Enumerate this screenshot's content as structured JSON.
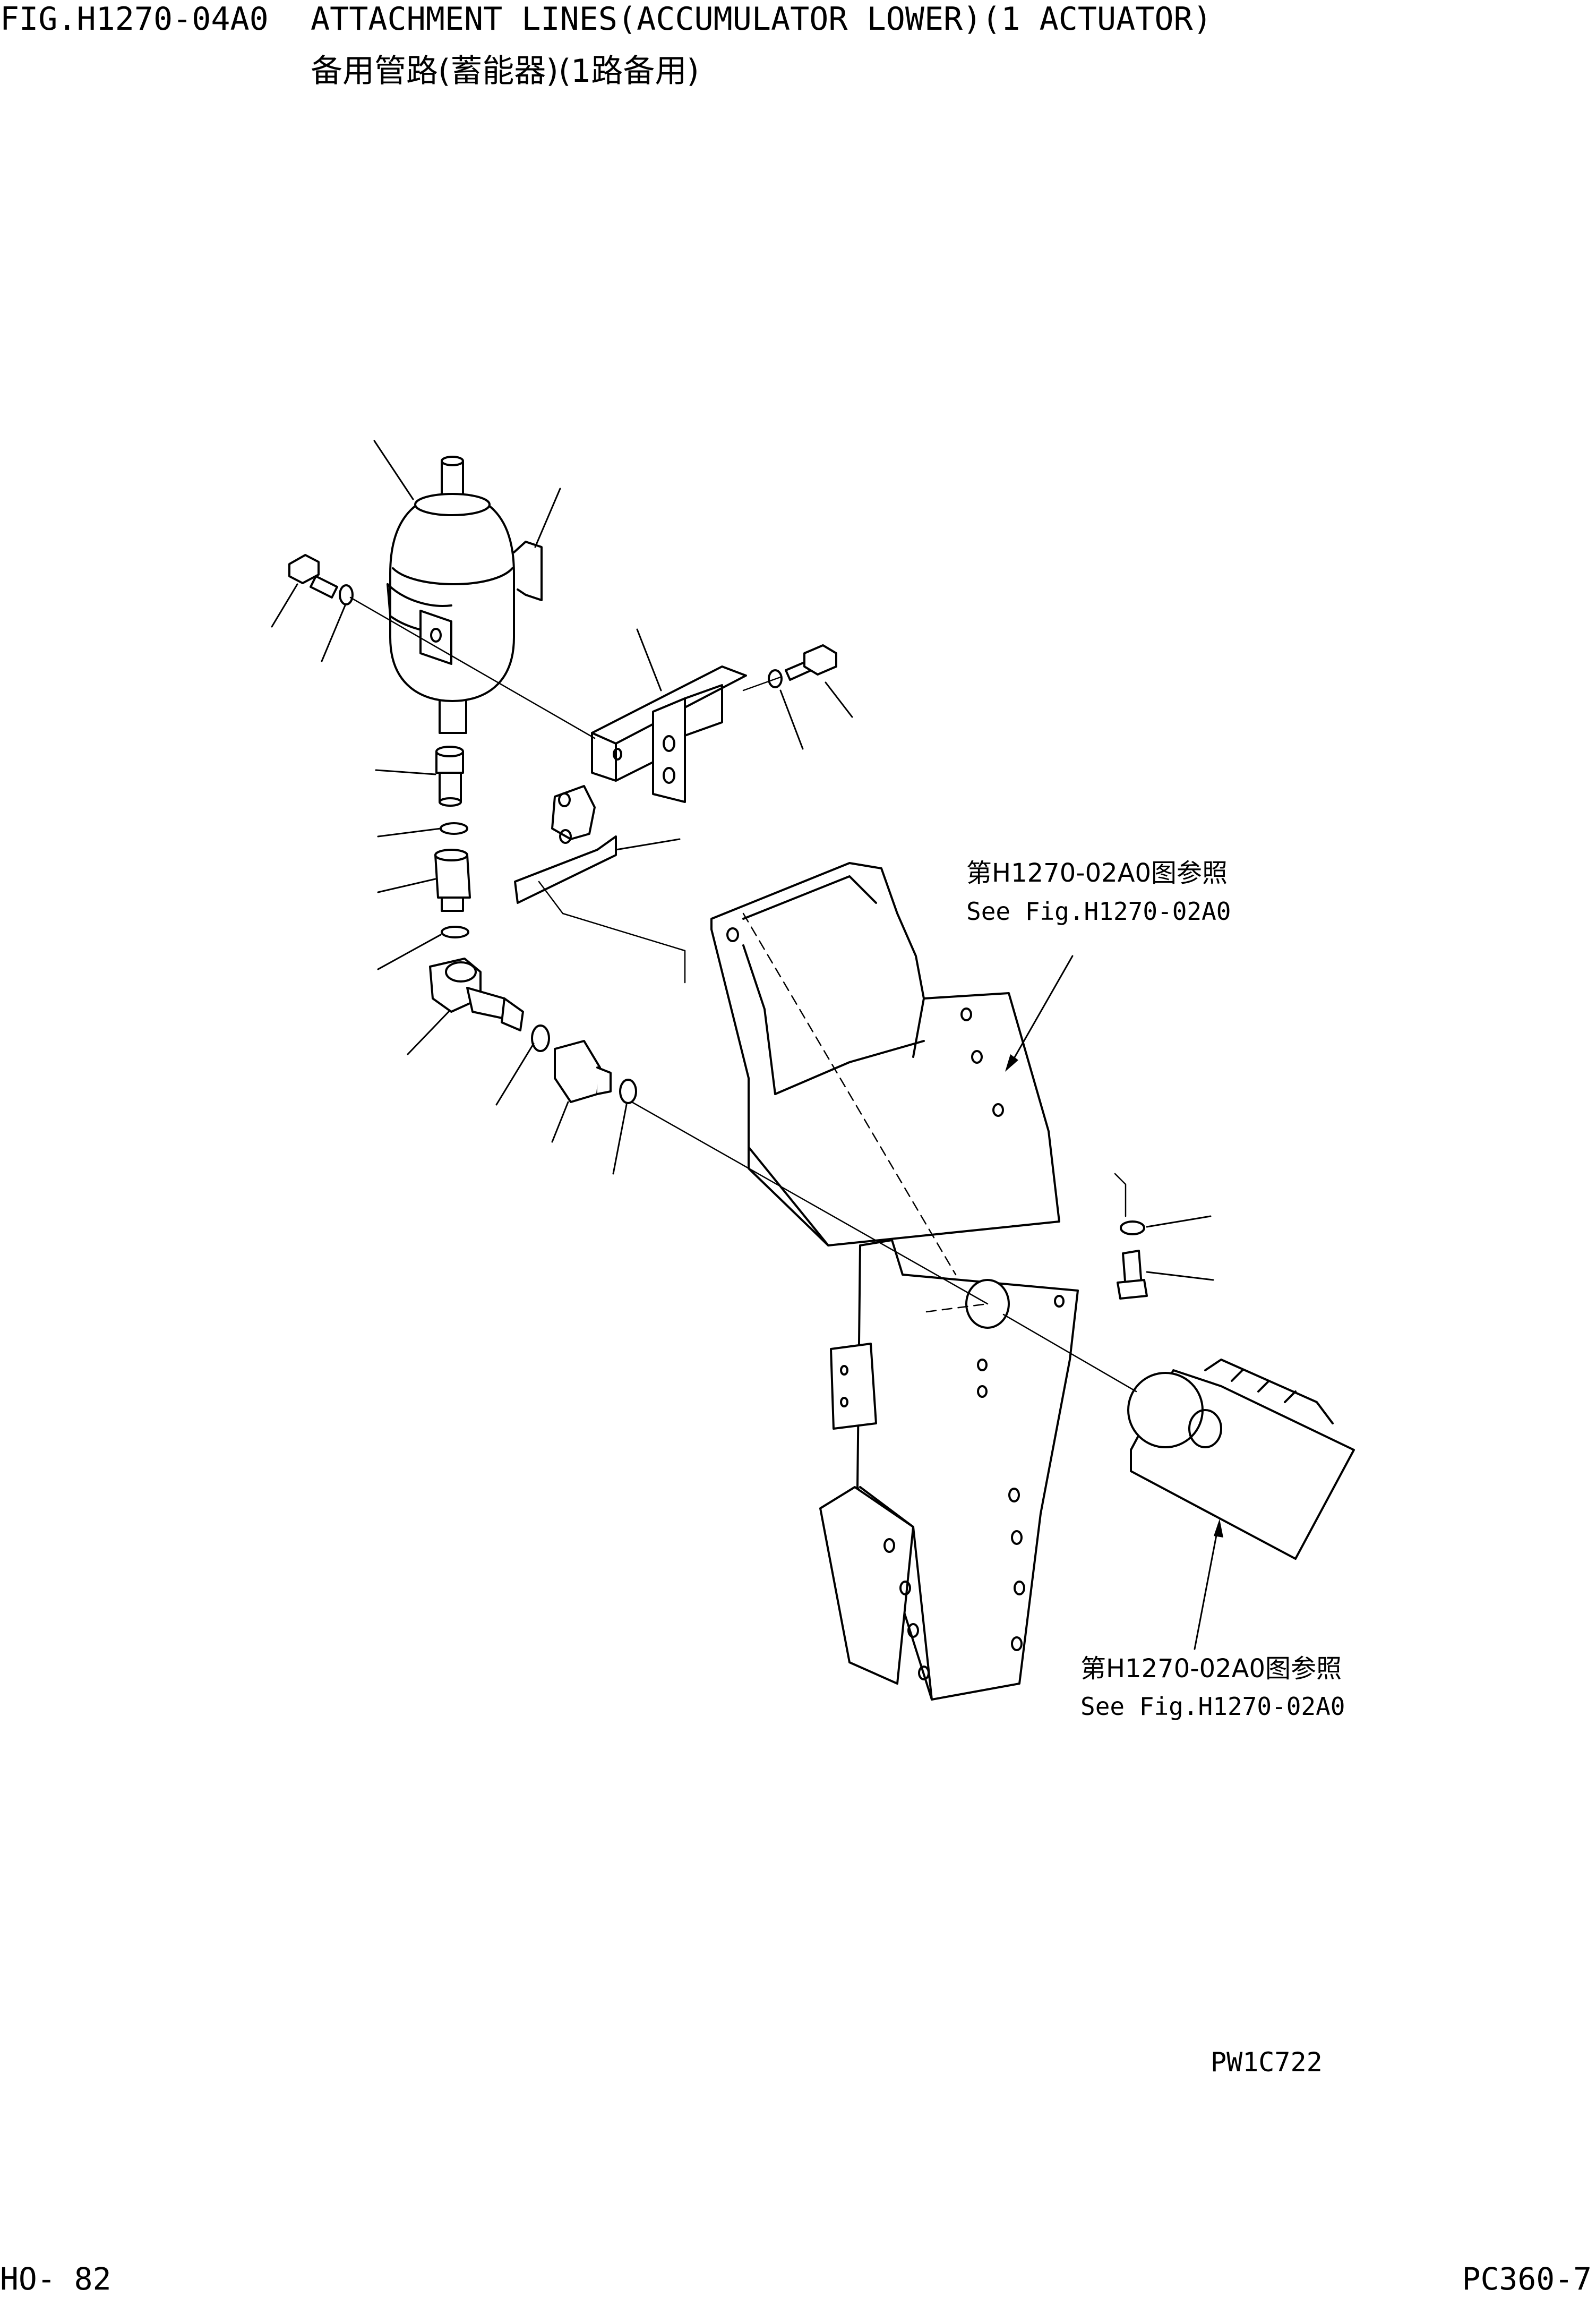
{
  "header": {
    "figure_code": "FIG.H1270-04A0",
    "title": "ATTACHMENT LINES(ACCUMULATOR LOWER)(1 ACTUATOR)",
    "title_cn": "备用管路(蓄能器)(1路备用)"
  },
  "references": [
    {
      "cn": "第H1270-02A0图参照",
      "en": "See Fig.H1270-02A0"
    },
    {
      "cn": "第H1270-02A0图参照",
      "en": "See Fig.H1270-02A0"
    }
  ],
  "illustration_code": "PW1C722",
  "footer": {
    "page": "HO- 82",
    "model": "PC360-7"
  }
}
